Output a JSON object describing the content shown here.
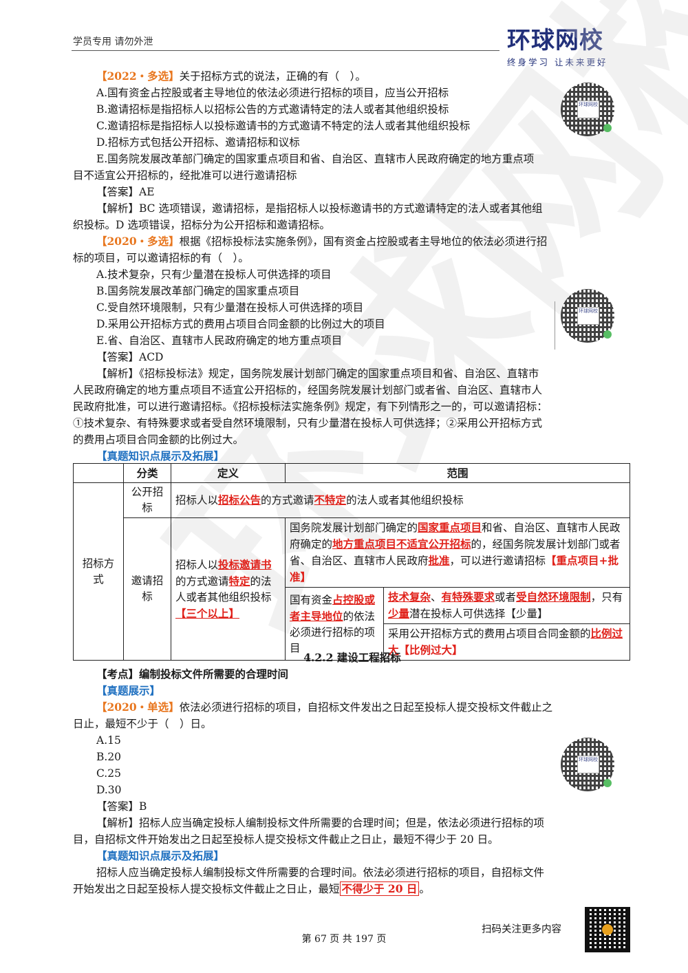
{
  "header": {
    "left_text": "学员专用  请勿外泄",
    "logo_text": "环球网校",
    "logo_slogan": "终身学习  让未来更好"
  },
  "watermark": "环球网校",
  "q1": {
    "tag": "【2022・多选】",
    "stem": "关于招标方式的说法，正确的有（　）。",
    "options": [
      "A.国有资金占控股或者主导地位的依法必须进行招标的项目，应当公开招标",
      "B.邀请招标是指招标人以招标公告的方式邀请特定的法人或者其他组织投标",
      "C.邀请招标是指招标人以投标邀请书的方式邀请不特定的法人或者其他组织投标",
      "D.招标方式包括公开招标、邀请招标和议标"
    ],
    "option_e_line1": "E.国务院发展改革部门确定的国家重点项目和省、自治区、直辖市人民政府确定的地方重点项",
    "option_e_line2": "目不适宜公开招标的，经批准可以进行邀请招标",
    "answer": "【答案】AE",
    "analysis_line1": "【解析】BC 选项错误，邀请招标，是指招标人以投标邀请书的方式邀请特定的法人或者其他组",
    "analysis_line2": "织投标。D 选项错误，招标分为公开招标和邀请招标。"
  },
  "q2": {
    "tag": "【2020・多选】",
    "stem_line1": "根据《招标投标法实施条例》，国有资金占控股或者主导地位的依法必须进行招",
    "stem_line2": "标的项目，可以邀请招标的有（　）。",
    "options": [
      "A.技术复杂，只有少量潜在投标人可供选择的项目",
      "B.国务院发展改革部门确定的国家重点项目",
      "C.受自然环境限制，只有少量潜在投标人可供选择的项目",
      "D.采用公开招标方式的费用占项目合同金额的比例过大的项目",
      "E.省、自治区、直辖市人民政府确定的地方重点项目"
    ],
    "answer": "【答案】ACD",
    "analysis_lines": [
      "【解析】《招标投标法》规定，国务院发展计划部门确定的国家重点项目和省、自治区、直辖市",
      "人民政府确定的地方重点项目不适宜公开招标的，经国务院发展计划部门或者省、自治区、直辖市人",
      "民政府批准，可以进行邀请招标。《招标投标法实施条例》规定，有下列情形之一的，可以邀请招标：",
      "①技术复杂、有特殊要求或者受自然环境限制，只有少量潜在投标人可供选择；②采用公开招标方式",
      "的费用占项目合同金额的比例过大。"
    ]
  },
  "section_expand_1": "【真题知识点展示及拓展】",
  "table": {
    "headers": [
      "",
      "分类",
      "定义",
      "范围"
    ],
    "row_label": "招标方式",
    "open": {
      "category": "公开招标",
      "def_pre": "招标人以",
      "def_red1": "招标公告",
      "def_mid": "的方式邀请",
      "def_red2": "不特定",
      "def_post": "的法人或者其他组织投标"
    },
    "invite": {
      "category": "邀请招标",
      "def_pre": "招标人以",
      "def_red1": "投标邀请书",
      "def_mid": "的方式邀请",
      "def_red2": "特定",
      "def_post": "的法人或者其他组织投标",
      "def_tag": "【三个以上】",
      "scope1_a": "国务院发展计划部门确定的",
      "scope1_r1": "国家重点项目",
      "scope1_b": "和省、自治区、直辖市人民政府确定的",
      "scope1_r2": "地方重点项目不适宜公开招标",
      "scope1_c": "的，经国务院发展计划部门或者省、自治区、直辖市人民政府",
      "scope1_r3": "批准",
      "scope1_d": "，可以进行邀请招标",
      "scope1_tag": "【重点项目+批准】",
      "state_a": "国有资金",
      "state_r": "占控股或者主导地位",
      "state_b": "的依法必须进行招标的项目",
      "scope2_r1": "技术复杂",
      "scope2_sep1": "、",
      "scope2_r2": "有特殊要求",
      "scope2_a": "或者",
      "scope2_r3": "受自然环境限制",
      "scope2_b": "，只有",
      "scope2_r4": "少量",
      "scope2_c": "潜在投标人可供选择【少量】",
      "scope3_a": "采用公开招标方式的费用占项目合同金额的",
      "scope3_r": "比例过大",
      "scope3_tag": "【比例过大】"
    }
  },
  "section_title": "4.2.2  建设工程招标",
  "kaodian": "【考点】编制投标文件所需要的合理时间",
  "zhenti": "【真题展示】",
  "q3": {
    "tag": "【2020・单选】",
    "stem_line1": "依法必须进行招标的项目，自招标文件发出之日起至投标人提交投标文件截止之",
    "stem_line2": "日止，最短不少于（　）日。",
    "options": [
      "A.15",
      "B.20",
      "C.25",
      "D.30"
    ],
    "answer": "【答案】B",
    "analysis_line1": "【解析】招标人应当确定投标人编制投标文件所需要的合理时间；但是，依法必须进行招标的项",
    "analysis_line2": "目，自招标文件开始发出之日起至投标人提交投标文件截止之日止，最短不得少于 20 日。"
  },
  "section_expand_2": "【真题知识点展示及拓展】",
  "expand2_line1": "招标人应当确定投标人编制投标文件所需要的合理时间。依法必须进行招标的项目，自招标文件",
  "expand2_line2_pre": "开始发出之日起至投标人提交投标文件截止之日止，最短",
  "expand2_boxed": "不得少于 20 日",
  "expand2_end": "。",
  "qr_label": "环球网校",
  "footer": {
    "page": "第 67 页 共 197 页",
    "scan": "扫码关注更多内容"
  }
}
